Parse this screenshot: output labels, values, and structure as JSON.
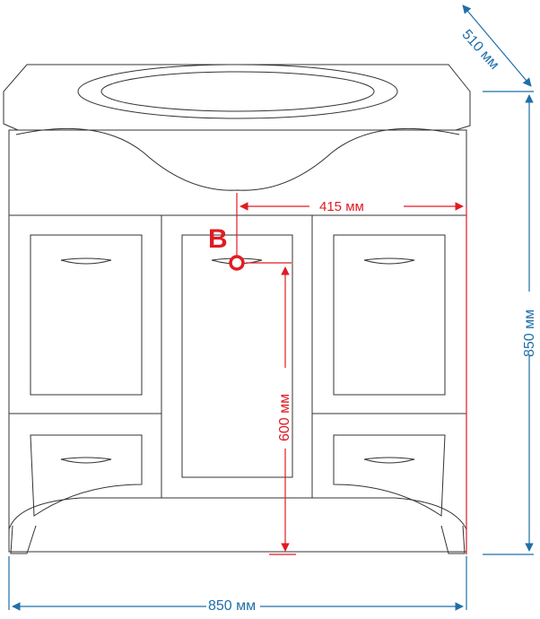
{
  "dimensions": {
    "width_label": "850 мм",
    "height_label": "850 мм",
    "depth_label": "510 мм",
    "drain_offset_label": "415 мм",
    "drain_height_label": "600 мм",
    "drain_marker": "B"
  },
  "colors": {
    "dimension_blue": "#1f6fa8",
    "drain_red": "#e11b22",
    "outline": "#333333"
  }
}
